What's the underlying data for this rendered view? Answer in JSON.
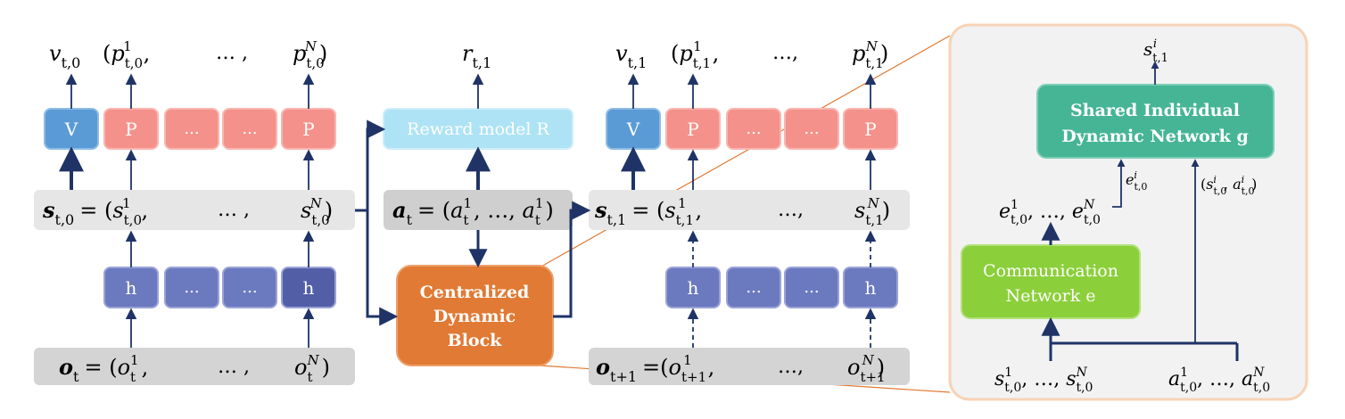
{
  "colors": {
    "value_box": "#5b9bd5",
    "policy_box": "#f4918a",
    "encoder_box": "#6b79bf",
    "encoder_box_dark": "#525ea6",
    "reward_box": "#aee3f5",
    "central_box": "#e07a34",
    "shared_box": "#46b596",
    "comm_box": "#8bcf3a",
    "gray_band": "#e6e6e6",
    "gray_band_dark": "#cfcfcf",
    "arrow": "#1f3366",
    "zoom_line": "#e07a34",
    "panel_bg": "#f2f2f2",
    "panel_border": "#f7d3b6"
  },
  "labels": {
    "v": "V",
    "p": "P",
    "ellipsis_box": "...",
    "h": "h",
    "reward_model": "Reward model R",
    "central": [
      "Centralized",
      "Dynamic",
      "Block"
    ],
    "shared": [
      "Shared Individual",
      "Dynamic Network g"
    ],
    "comm": [
      "Communication",
      "Network e"
    ]
  },
  "math": {
    "ellipsis": "... ,",
    "ellipsis_b": "...,",
    "comma": ",",
    "eq": "=",
    "lparen": "(",
    "rparen": ")"
  }
}
